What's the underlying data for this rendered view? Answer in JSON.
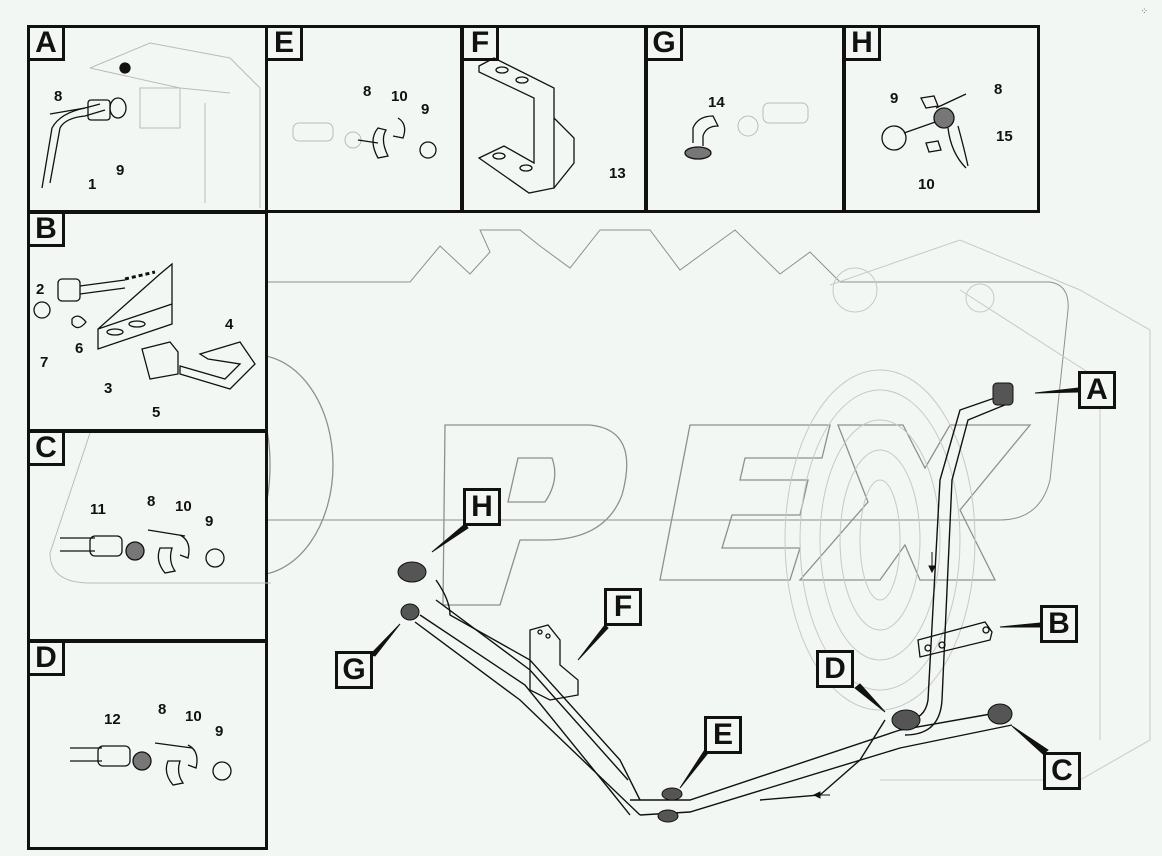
{
  "watermark": "OPEX",
  "corner_mark": "⁘",
  "panels": [
    {
      "id": "A",
      "label": "A",
      "parts": [
        "8",
        "1",
        "9"
      ]
    },
    {
      "id": "E",
      "label": "E",
      "parts": [
        "8",
        "10",
        "9"
      ]
    },
    {
      "id": "F",
      "label": "F",
      "parts": [
        "13"
      ]
    },
    {
      "id": "G",
      "label": "G",
      "parts": [
        "14"
      ]
    },
    {
      "id": "H",
      "label": "H",
      "parts": [
        "9",
        "8",
        "15",
        "10"
      ]
    },
    {
      "id": "B",
      "label": "B",
      "parts": [
        "2",
        "7",
        "6",
        "3",
        "5",
        "4"
      ]
    },
    {
      "id": "C",
      "label": "C",
      "parts": [
        "11",
        "8",
        "10",
        "9"
      ]
    },
    {
      "id": "D",
      "label": "D",
      "parts": [
        "12",
        "8",
        "10",
        "9"
      ]
    }
  ],
  "callouts": {
    "A": "A",
    "B": "B",
    "C": "C",
    "D": "D",
    "E": "E",
    "F": "F",
    "G": "G",
    "H": "H"
  },
  "colors": {
    "background": "#f3f7f4",
    "line": "#111111",
    "watermark": "#8a8a8a",
    "ghost": "#c8c8c8"
  }
}
